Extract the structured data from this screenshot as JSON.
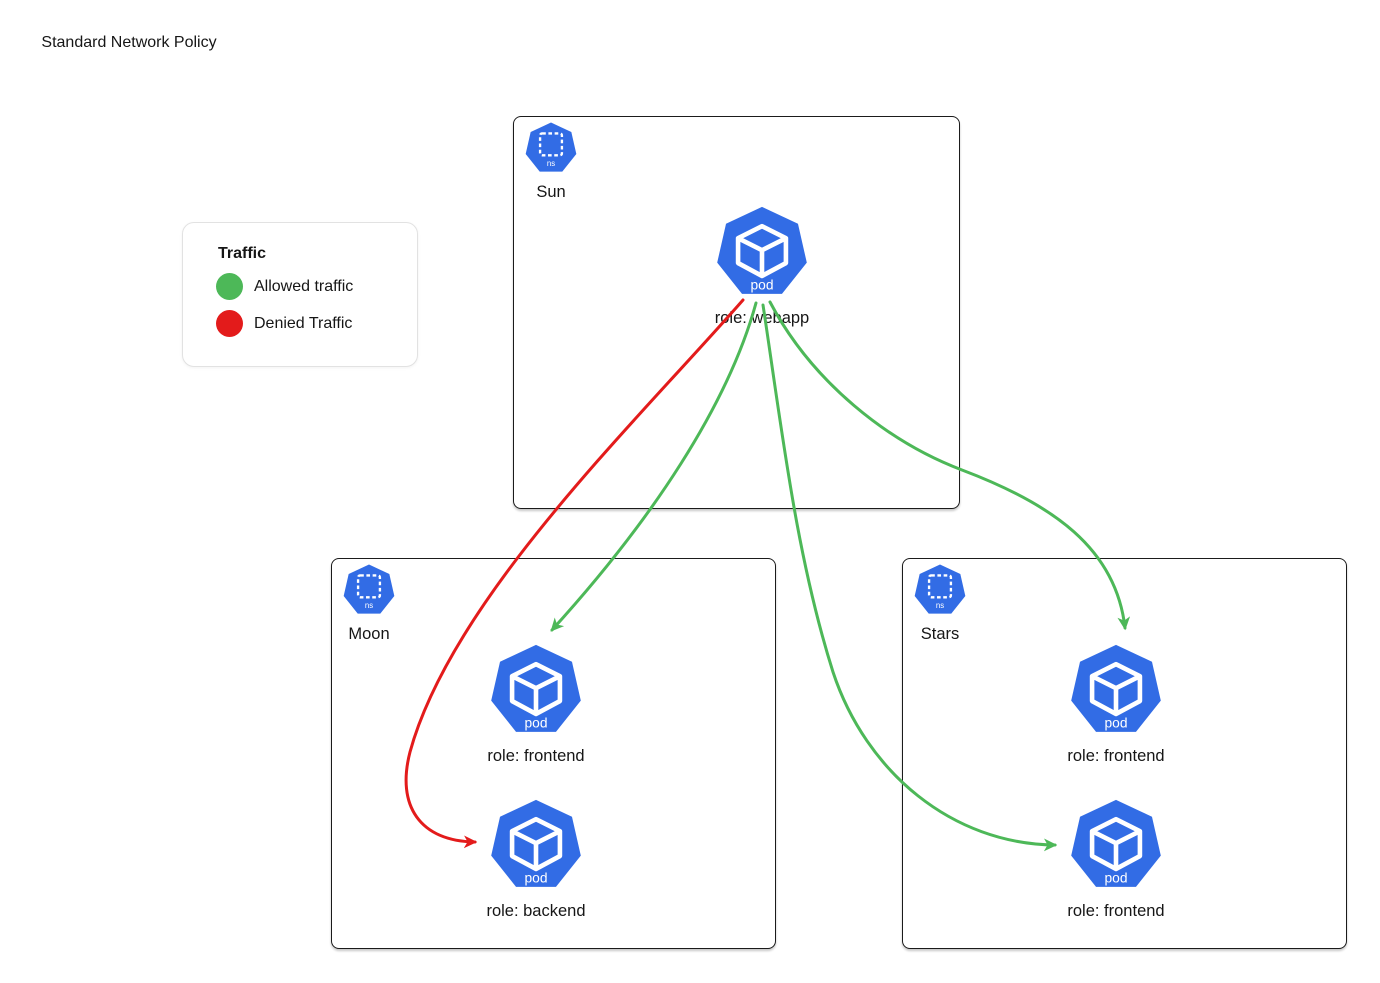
{
  "title": "Standard Network Policy",
  "legend": {
    "title": "Traffic",
    "items": [
      {
        "label": "Allowed traffic",
        "color": "#4db858"
      },
      {
        "label": "Denied Traffic",
        "color": "#e31b1b"
      }
    ]
  },
  "colors": {
    "node_blue": "#326ce5",
    "allowed": "#4db858",
    "denied": "#e31b1b"
  },
  "namespaces": [
    {
      "name": "Sun",
      "icon_label": "ns",
      "pods": [
        {
          "label": "role: webapp",
          "icon_label": "pod"
        }
      ]
    },
    {
      "name": "Moon",
      "icon_label": "ns",
      "pods": [
        {
          "label": "role: frontend",
          "icon_label": "pod"
        },
        {
          "label": "role: backend",
          "icon_label": "pod"
        }
      ]
    },
    {
      "name": "Stars",
      "icon_label": "ns",
      "pods": [
        {
          "label": "role: frontend",
          "icon_label": "pod"
        },
        {
          "label": "role: frontend",
          "icon_label": "pod"
        }
      ]
    }
  ],
  "edges": [
    {
      "from": "Sun / role: webapp",
      "to": "Moon / role: frontend",
      "type": "allowed"
    },
    {
      "from": "Sun / role: webapp",
      "to": "Moon / role: backend",
      "type": "denied"
    },
    {
      "from": "Sun / role: webapp",
      "to": "Stars / role: frontend (top)",
      "type": "allowed"
    },
    {
      "from": "Sun / role: webapp",
      "to": "Stars / role: frontend (bottom)",
      "type": "allowed"
    }
  ]
}
